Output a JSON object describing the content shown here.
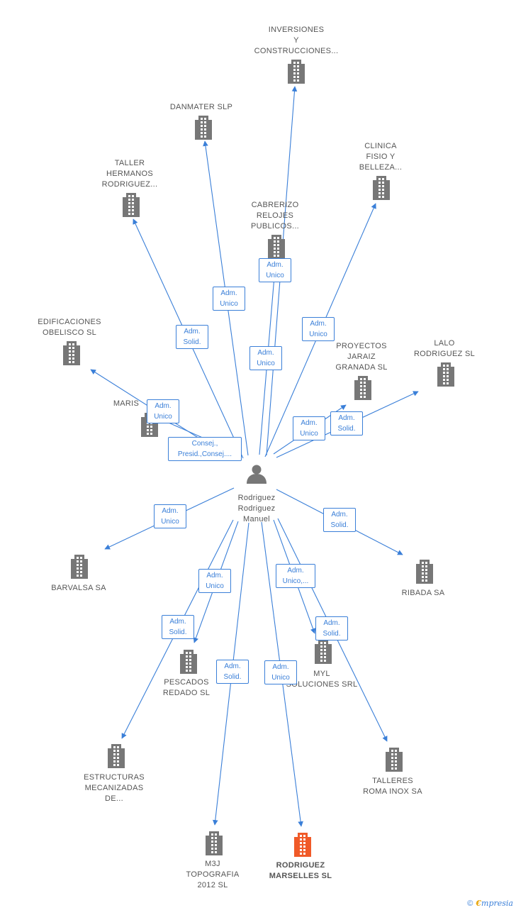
{
  "center": {
    "name": "Rodriguez Rodriguez Manuel",
    "lines": [
      "Rodriguez",
      "Rodriguez",
      "Manuel"
    ]
  },
  "nodes": [
    {
      "id": "inversiones",
      "lines": [
        "INVERSIONES",
        "Y",
        "CONSTRUCCIONES..."
      ],
      "highlight": false
    },
    {
      "id": "danmater",
      "lines": [
        "DANMATER SLP"
      ],
      "highlight": false
    },
    {
      "id": "clinica",
      "lines": [
        "CLINICA",
        "FISIO Y",
        "BELLEZA..."
      ],
      "highlight": false
    },
    {
      "id": "taller-hermanos",
      "lines": [
        "TALLER",
        "HERMANOS",
        "RODRIGUEZ..."
      ],
      "highlight": false
    },
    {
      "id": "cabrerizo",
      "lines": [
        "CABRERIZO",
        "RELOJES",
        "PUBLICOS..."
      ],
      "highlight": false
    },
    {
      "id": "edificaciones",
      "lines": [
        "EDIFICACIONES",
        "OBELISCO SL"
      ],
      "highlight": false
    },
    {
      "id": "proyectos",
      "lines": [
        "PROYECTOS",
        "JARAIZ",
        "GRANADA SL"
      ],
      "highlight": false
    },
    {
      "id": "lalo",
      "lines": [
        "LALO",
        "RODRIGUEZ SL"
      ],
      "highlight": false
    },
    {
      "id": "marisa",
      "lines": [
        "MARIS"
      ],
      "highlight": false
    },
    {
      "id": "barvalsa",
      "lines": [
        "BARVALSA SA"
      ],
      "highlight": false
    },
    {
      "id": "ribada",
      "lines": [
        "RIBADA SA"
      ],
      "highlight": false
    },
    {
      "id": "pescados",
      "lines": [
        "PESCADOS",
        "REDADO SL"
      ],
      "highlight": false
    },
    {
      "id": "myl",
      "lines": [
        "MYL",
        "SOLUCIONES SRL"
      ],
      "highlight": false
    },
    {
      "id": "estructuras",
      "lines": [
        "ESTRUCTURAS",
        "MECANIZADAS",
        "DE..."
      ],
      "highlight": false
    },
    {
      "id": "talleres-roma",
      "lines": [
        "TALLERES",
        "ROMA INOX SA"
      ],
      "highlight": false
    },
    {
      "id": "m3j",
      "lines": [
        "M3J",
        "TOPOGRAFIA",
        "2012 SL"
      ],
      "highlight": false
    },
    {
      "id": "rodriguez-marselles",
      "lines": [
        "RODRIGUEZ",
        "MARSELLES SL"
      ],
      "highlight": true
    }
  ],
  "edges": [
    {
      "target": "inversiones",
      "lines": [
        "Adm.",
        "Unico"
      ]
    },
    {
      "target": "danmater",
      "lines": [
        "Adm.",
        "Unico"
      ]
    },
    {
      "target": "clinica",
      "lines": [
        "Adm.",
        "Unico"
      ]
    },
    {
      "target": "taller-hermanos",
      "lines": [
        "Adm.",
        "Solid."
      ]
    },
    {
      "target": "cabrerizo",
      "lines": [
        "Adm.",
        "Unico"
      ]
    },
    {
      "target": "edificaciones",
      "lines": [
        "Adm.",
        "Unico"
      ]
    },
    {
      "target": "proyectos",
      "lines": [
        "Adm.",
        "Unico"
      ]
    },
    {
      "target": "lalo",
      "lines": [
        "Adm.",
        "Solid."
      ]
    },
    {
      "target": "marisa",
      "lines": [
        "Consej.,",
        "Presid.,Consej...."
      ]
    },
    {
      "target": "barvalsa",
      "lines": [
        "Adm.",
        "Unico"
      ]
    },
    {
      "target": "ribada",
      "lines": [
        "Adm.",
        "Solid."
      ]
    },
    {
      "target": "pescados",
      "lines": [
        "Adm.",
        "Unico"
      ]
    },
    {
      "target": "myl",
      "lines": [
        "Adm.",
        "Unico,..."
      ]
    },
    {
      "target": "estructuras",
      "lines": [
        "Adm.",
        "Solid."
      ]
    },
    {
      "target": "talleres-roma",
      "lines": [
        "Adm.",
        "Solid."
      ]
    },
    {
      "target": "m3j",
      "lines": [
        "Adm.",
        "Solid."
      ]
    },
    {
      "target": "rodriguez-marselles",
      "lines": [
        "Adm.",
        "Unico"
      ]
    }
  ],
  "footer": {
    "copyright": "©",
    "brand_first": "€",
    "brand_rest": "mpresia"
  },
  "colors": {
    "edge": "#3a7fd8",
    "building": "#777777",
    "building_highlight": "#f05a28",
    "person": "#777777",
    "label_text": "#555555"
  },
  "icons": {
    "company": "building-icon",
    "person": "person-icon"
  }
}
